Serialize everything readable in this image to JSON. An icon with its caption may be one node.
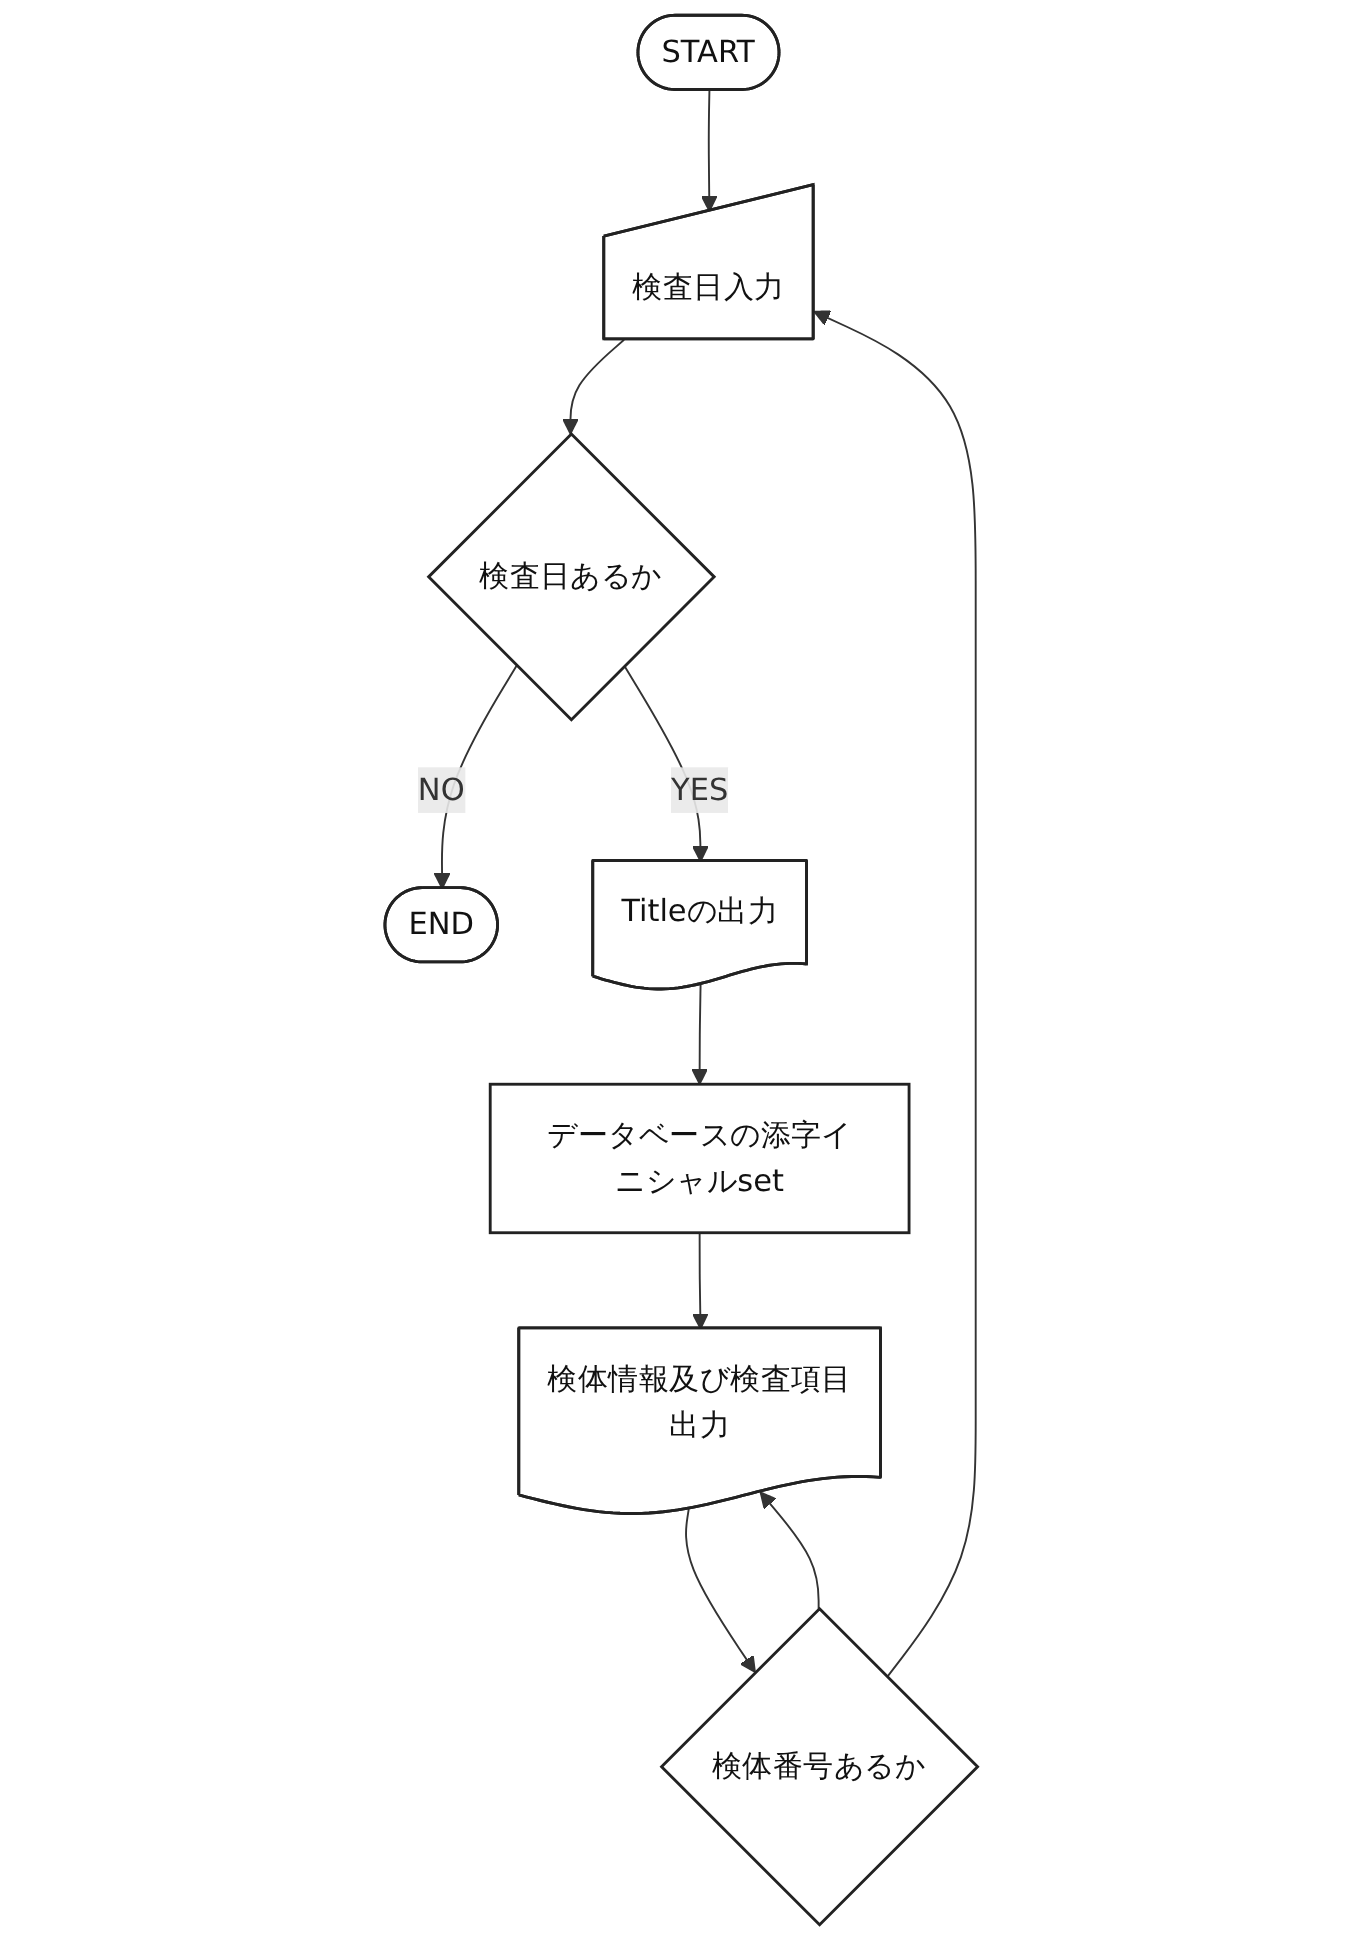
{
  "diagram": {
    "nodes": [
      {
        "text": [
          "START"
        ]
      },
      {
        "text": [
          "検査日入力"
        ]
      },
      {
        "text": [
          "検査日あるか"
        ]
      },
      {
        "text": [
          "END"
        ]
      },
      {
        "text": [
          "Titleの出力"
        ]
      },
      {
        "text": [
          "データベースの添字イニシャルset"
        ]
      },
      {
        "text": [
          "検体情報及び検査項目出力"
        ]
      },
      {
        "text": [
          "検体番号あるか"
        ]
      }
    ],
    "edges": [
      {
        "from": 0,
        "to": 1,
        "arrow": "to"
      },
      {
        "from": 1,
        "to": 2,
        "arrow": "to"
      },
      {
        "from": 2,
        "to": 3,
        "arrow": "to",
        "label": "NO"
      },
      {
        "from": 2,
        "to": 4,
        "arrow": "to",
        "label": "YES"
      },
      {
        "from": 4,
        "to": 5,
        "arrow": "to"
      },
      {
        "from": 5,
        "to": 6,
        "arrow": "to"
      },
      {
        "from": 6,
        "to": 7,
        "arrow": "to"
      },
      {
        "from": 7,
        "to": 6,
        "arrow": "to"
      },
      {
        "from": 7,
        "to": 1,
        "arrow": "to"
      }
    ]
  }
}
